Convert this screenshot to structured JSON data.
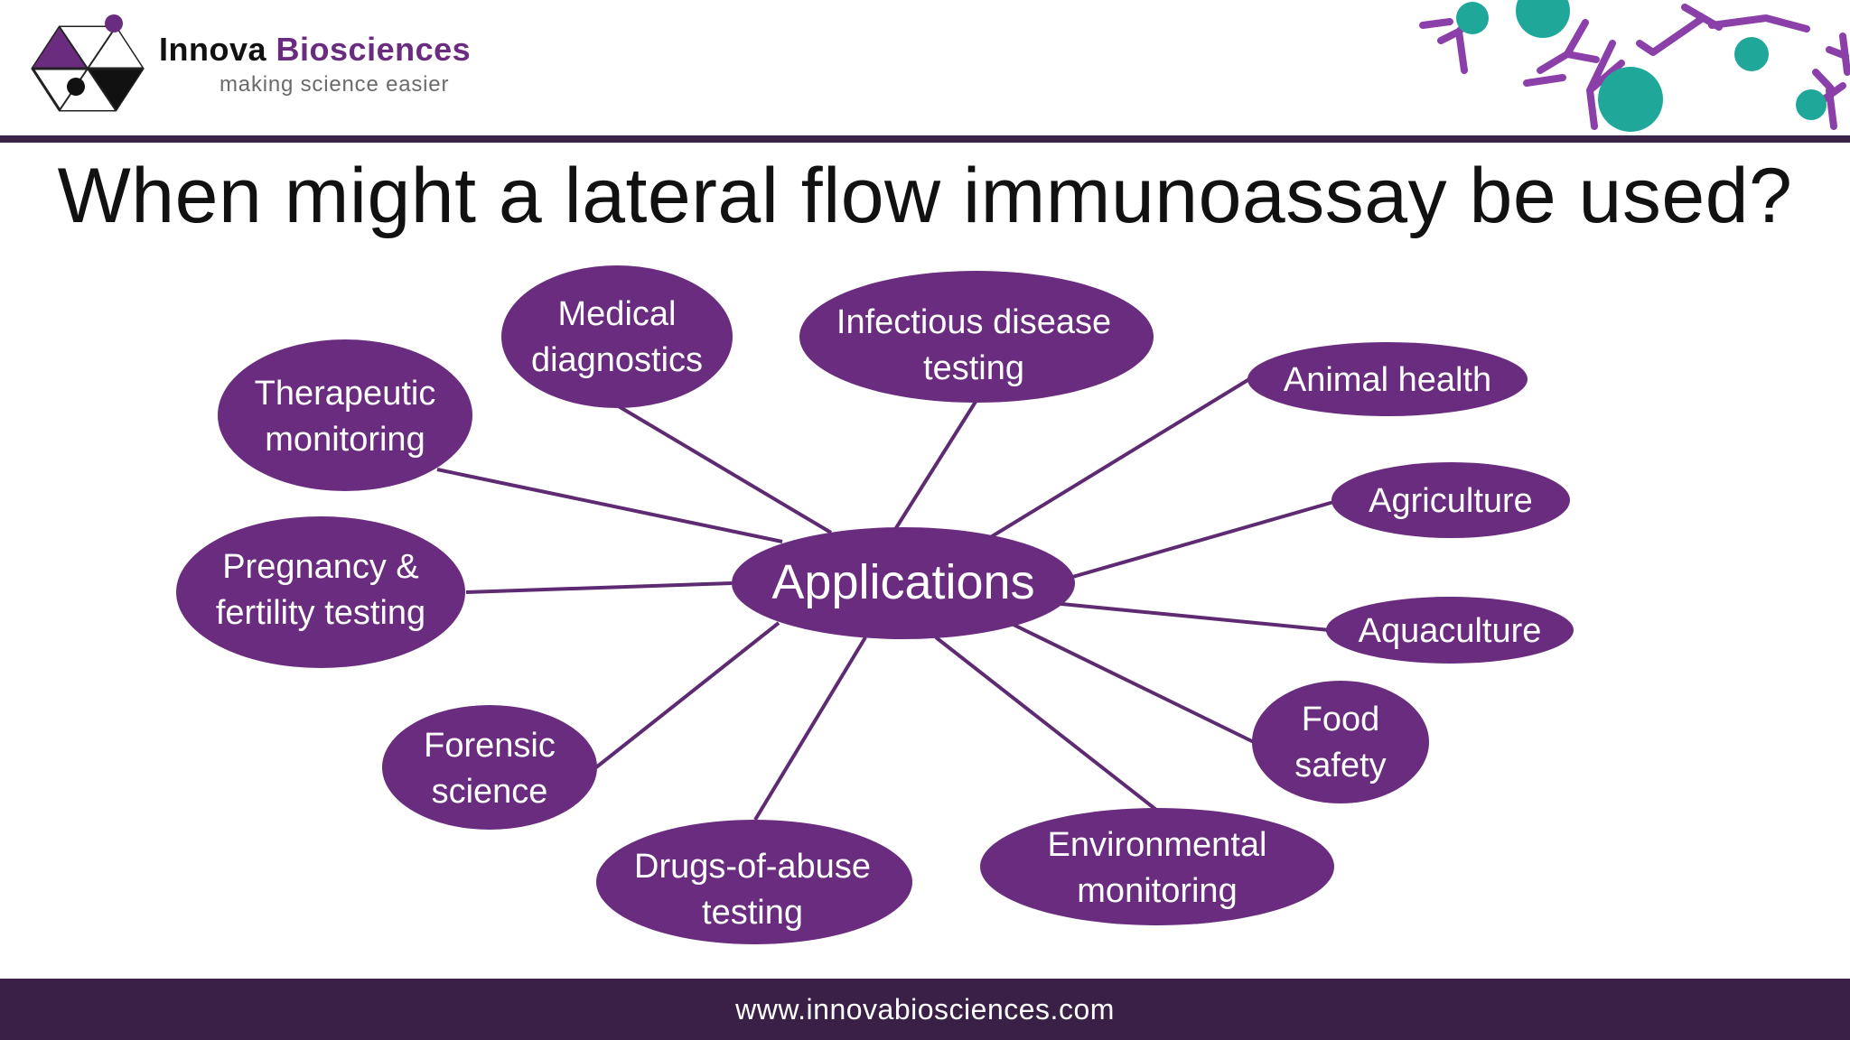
{
  "header": {
    "brand_name_part1": "Innova",
    "brand_name_part2": "Biosciences",
    "tagline": "making science easier"
  },
  "slide": {
    "title": "When might a lateral flow immunoassay be used?"
  },
  "diagram": {
    "center_label": "Applications",
    "nodes": [
      {
        "id": "medical",
        "lines": [
          "Medical",
          "diagnostics"
        ]
      },
      {
        "id": "infectious",
        "lines": [
          "Infectious disease",
          "testing"
        ]
      },
      {
        "id": "animal",
        "lines": [
          "Animal health"
        ]
      },
      {
        "id": "therapeutic",
        "lines": [
          "Therapeutic",
          "monitoring"
        ]
      },
      {
        "id": "agriculture",
        "lines": [
          "Agriculture"
        ]
      },
      {
        "id": "pregnancy",
        "lines": [
          "Pregnancy &",
          "fertility testing"
        ]
      },
      {
        "id": "aquaculture",
        "lines": [
          "Aquaculture"
        ]
      },
      {
        "id": "food",
        "lines": [
          "Food",
          "safety"
        ]
      },
      {
        "id": "forensic",
        "lines": [
          "Forensic",
          "science"
        ]
      },
      {
        "id": "environmental",
        "lines": [
          "Environmental",
          "monitoring"
        ]
      },
      {
        "id": "drugs",
        "lines": [
          "Drugs-of-abuse",
          "testing"
        ]
      }
    ]
  },
  "footer": {
    "url": "www.innovabiosciences.com"
  },
  "colors": {
    "node_fill": "#6a2c7f",
    "connector": "#5e2a72",
    "header_rule": "#3a2549",
    "footer_bg": "#3a1f47",
    "antibody": "#8b3fa8",
    "bead": "#1fa89a"
  }
}
